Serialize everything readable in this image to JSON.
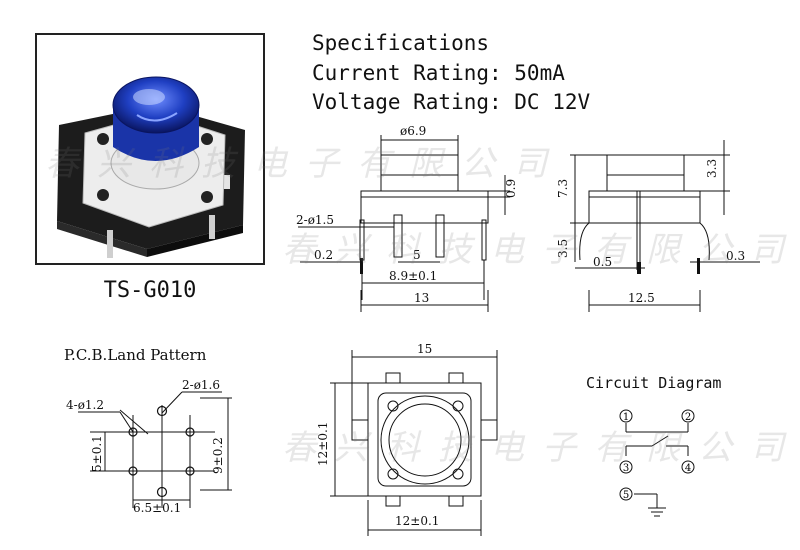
{
  "product": {
    "model": "TS-G010",
    "photo_alt": "blue illuminated tactile switch"
  },
  "specs": {
    "title": "Specifications",
    "current": "Current Rating: 50mA",
    "voltage": "Voltage Rating: DC 12V"
  },
  "front_view": {
    "cap_diameter": "ø6.9",
    "pin_diameter": "2-ø1.5",
    "pin_offset": "0.2",
    "pin_spacing": "5",
    "pin_pitch": "8.9±0.1",
    "body_width": "13",
    "step_height": "0.9"
  },
  "side_view": {
    "total_height": "7.3",
    "cap_height": "3.3",
    "leg_length": "3.5",
    "leg_gap": "0.5",
    "leg_thickness": "0.3",
    "body_depth": "12.5"
  },
  "pcb": {
    "title": "P.C.B.Land Pattern",
    "hole_large": "2-ø1.6",
    "hole_small": "4-ø1.2",
    "dim_vertical_left": "5±0.1",
    "dim_vertical_right": "9±0.2",
    "dim_horizontal": "6.5±0.1"
  },
  "top_view": {
    "overall_width": "15",
    "body_height": "12±0.1",
    "body_width": "12±0.1"
  },
  "circuit": {
    "title": "Circuit Diagram",
    "pins": [
      "1",
      "2",
      "3",
      "4",
      "5"
    ]
  },
  "watermark": "春兴科技电子有限公司",
  "colors": {
    "cap_blue": "#1f3fc2",
    "body_black": "#1a1a1a",
    "frame_white": "#f2f2f2"
  }
}
